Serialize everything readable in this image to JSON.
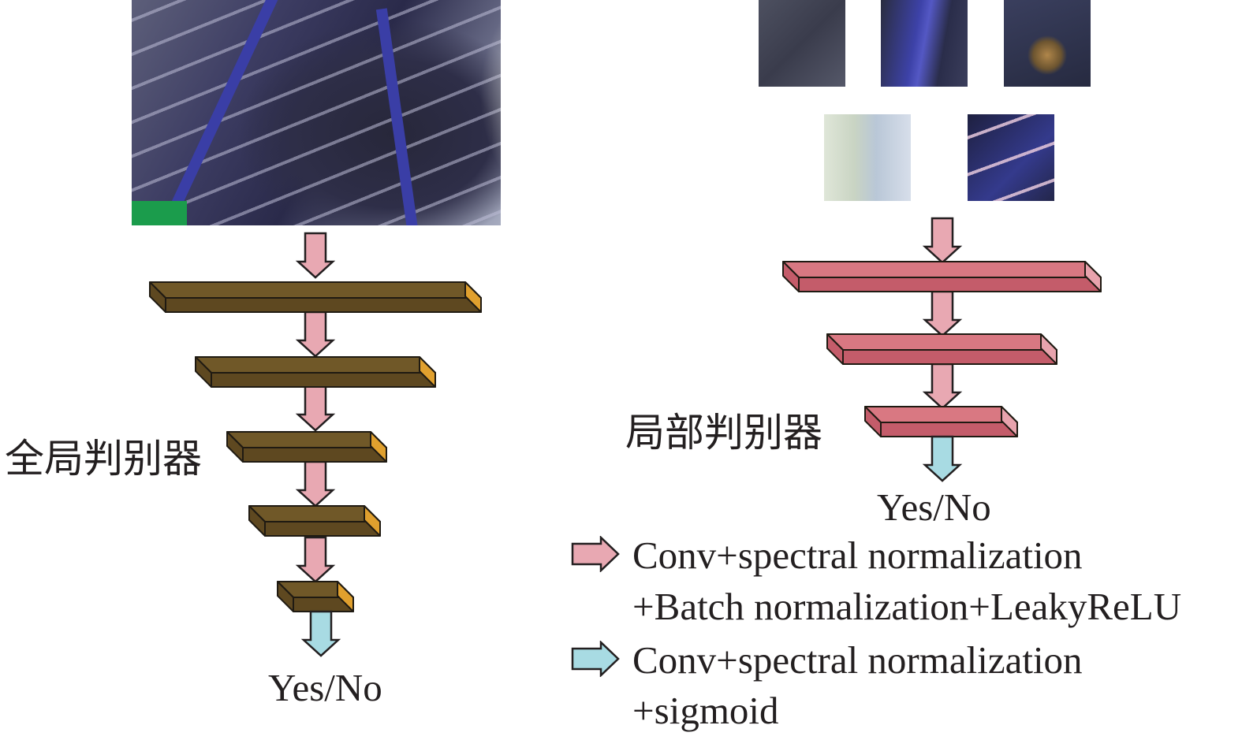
{
  "global_discriminator": {
    "label": "全局判别器",
    "output_label": "Yes/No",
    "layer_count": 5,
    "block_colors": {
      "front": "#5e4820",
      "top": "#705828",
      "side": "#e0a02e",
      "stroke": "#1f1a12"
    }
  },
  "local_discriminator": {
    "label": "局部判别器",
    "output_label": "Yes/No",
    "layer_count": 3,
    "patch_count": 5,
    "block_colors": {
      "front": "#c45c6a",
      "top": "#d97882",
      "side": "#e8a3ad",
      "stroke": "#1f1a12"
    }
  },
  "legend": {
    "items": [
      {
        "arrow_color": "#e8a8b2",
        "line1": "Conv+spectral normalization",
        "line2": "+Batch normalization+LeakyReLU"
      },
      {
        "arrow_color": "#a8dbe3",
        "line1": "Conv+spectral normalization",
        "line2": "+sigmoid"
      }
    ]
  },
  "colors": {
    "arrow_pink": "#e8a8b2",
    "arrow_cyan": "#a8dbe3",
    "outline": "#231f20"
  }
}
